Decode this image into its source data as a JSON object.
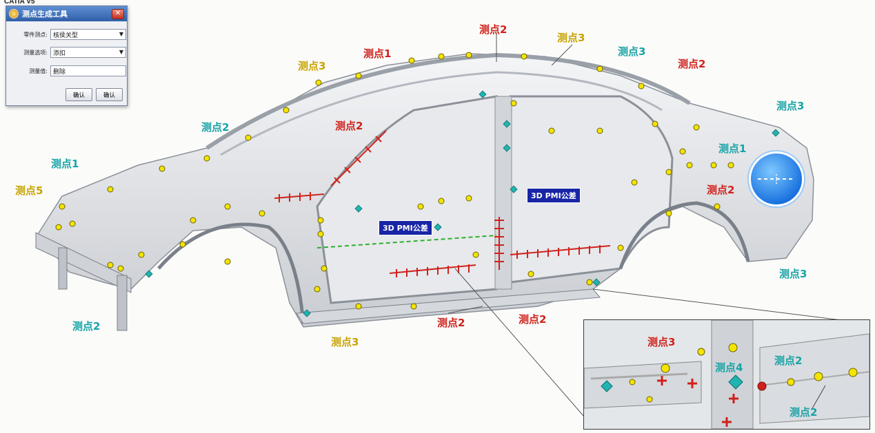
{
  "app": {
    "label": "CATIA V5"
  },
  "dialog": {
    "title": "测点生成工具",
    "close_glyph": "✕",
    "fields": [
      {
        "label": "零件测点:",
        "value": "核侯关型",
        "type": "dropdown"
      },
      {
        "label": "测量选项:",
        "value": "添扣",
        "type": "dropdown"
      },
      {
        "label": "测量值:",
        "value": "删除",
        "type": "text"
      }
    ],
    "buttons": [
      "确认",
      "确认"
    ]
  },
  "labels": [
    {
      "text": "测点2",
      "color": "red"
    },
    {
      "text": "测点3",
      "color": "gold"
    },
    {
      "text": "测点3",
      "color": "teal"
    },
    {
      "text": "测点1",
      "color": "red"
    },
    {
      "text": "测点3",
      "color": "gold"
    },
    {
      "text": "测点2",
      "color": "red"
    },
    {
      "text": "测点3",
      "color": "teal"
    },
    {
      "text": "测点2",
      "color": "teal"
    },
    {
      "text": "测点2",
      "color": "red"
    },
    {
      "text": "测点1",
      "color": "teal"
    },
    {
      "text": "测点1",
      "color": "teal"
    },
    {
      "text": "测点5",
      "color": "gold"
    },
    {
      "text": "测点2",
      "color": "red"
    },
    {
      "text": "测点3",
      "color": "teal"
    },
    {
      "text": "测点2",
      "color": "teal"
    },
    {
      "text": "测点3",
      "color": "gold"
    },
    {
      "text": "测点2",
      "color": "red"
    },
    {
      "text": "测点2",
      "color": "red"
    },
    {
      "text": "测点3",
      "color": "red"
    },
    {
      "text": "测点4",
      "color": "teal"
    },
    {
      "text": "测点2",
      "color": "teal"
    },
    {
      "text": "测点2",
      "color": "teal"
    }
  ],
  "pmi_tags": [
    "3D PMI公差",
    "3D PMI公差"
  ],
  "colors": {
    "red": "#d0211b",
    "teal": "#17a3a6",
    "gold": "#c7a400",
    "pmi_bg": "#1825a6",
    "point": "#f4e400"
  }
}
